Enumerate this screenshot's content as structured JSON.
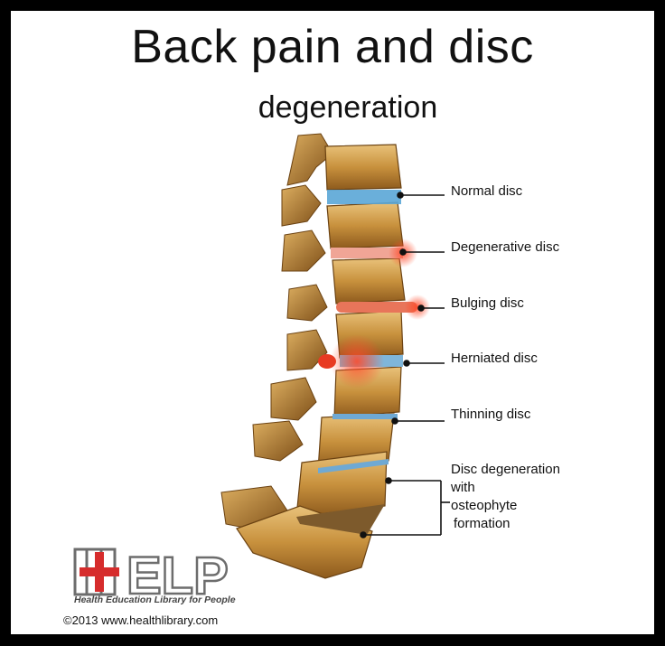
{
  "title": "Back pain and disc",
  "subtitle": "degeneration",
  "labels": {
    "normal": "Normal disc",
    "degenerative": "Degenerative disc",
    "bulging": "Bulging disc",
    "herniated": "Herniated disc",
    "thinning": "Thinning disc",
    "osteophyte": [
      "Disc degeneration",
      "with",
      "osteophyte",
      "formation"
    ]
  },
  "logo": {
    "text": "HELP",
    "tagline": "Health Education Library for People",
    "cross_color": "#d62c2c"
  },
  "copyright": "©2013 www.healthlibrary.com",
  "colors": {
    "bone": "#c99a45",
    "bone_dark": "#8a5a1c",
    "normal_disc": "#5aa6d6",
    "inflamed": "#e8452c"
  }
}
